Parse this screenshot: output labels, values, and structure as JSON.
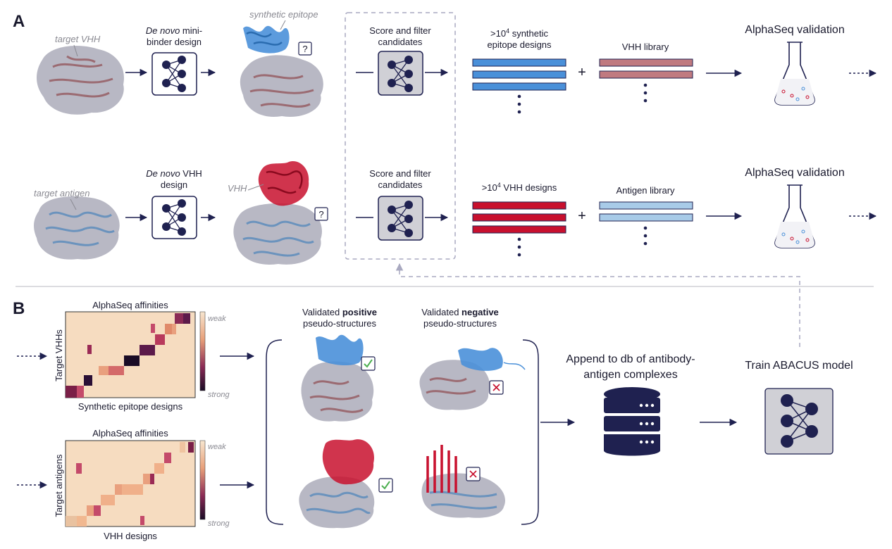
{
  "panel_a": {
    "label": "A",
    "row1": {
      "target_label": "target VHH",
      "design_label_italic": "De novo",
      "design_label_rest": " mini-",
      "design_label_line2": "binder design",
      "designed_label": "synthetic epitope",
      "question": "?",
      "score_line1": "Score and filter",
      "score_line2": "candidates",
      "designs_line1_pre": ">10",
      "designs_line1_sup": "4",
      "designs_line1_post": " synthetic",
      "designs_line2": "epitope designs",
      "plus": "+",
      "library_label": "VHH library",
      "validation_label": "AlphaSeq validation"
    },
    "row2": {
      "target_label": "target antigen",
      "design_label_italic": "De novo",
      "design_label_rest": " VHH",
      "design_label_line2": "design",
      "designed_label": "VHH",
      "question": "?",
      "score_line1": "Score and filter",
      "score_line2": "candidates",
      "designs_pre": ">10",
      "designs_sup": "4",
      "designs_post": " VHH designs",
      "plus": "+",
      "library_label": "Antigen library",
      "validation_label": "AlphaSeq validation"
    },
    "colors": {
      "blue_bar": "#4a90d9",
      "red_bar": "#c8102e",
      "rose_bar": "#c07a80",
      "light_blue_bar": "#a8cbe8",
      "navy": "#1f2150"
    }
  },
  "panel_b": {
    "label": "B",
    "heatmap1": {
      "title": "AlphaSeq affinities",
      "ylabel": "Target VHHs",
      "xlabel": "Synthetic epitope designs",
      "scale_top": "weak",
      "scale_bottom": "strong"
    },
    "heatmap2": {
      "title": "AlphaSeq affinities",
      "ylabel": "Target antigens",
      "xlabel": "VHH designs",
      "scale_top": "weak",
      "scale_bottom": "strong"
    },
    "positive_line1_pre": "Validated ",
    "positive_line1_bold": "positive",
    "positive_line2": "pseudo-structures",
    "negative_line1_pre": "Validated ",
    "negative_line1_bold": "negative",
    "negative_line2": "pseudo-structures",
    "append_line1": "Append to db of antibody-",
    "append_line2": "antigen complexes",
    "train_label": "Train ABACUS model"
  }
}
